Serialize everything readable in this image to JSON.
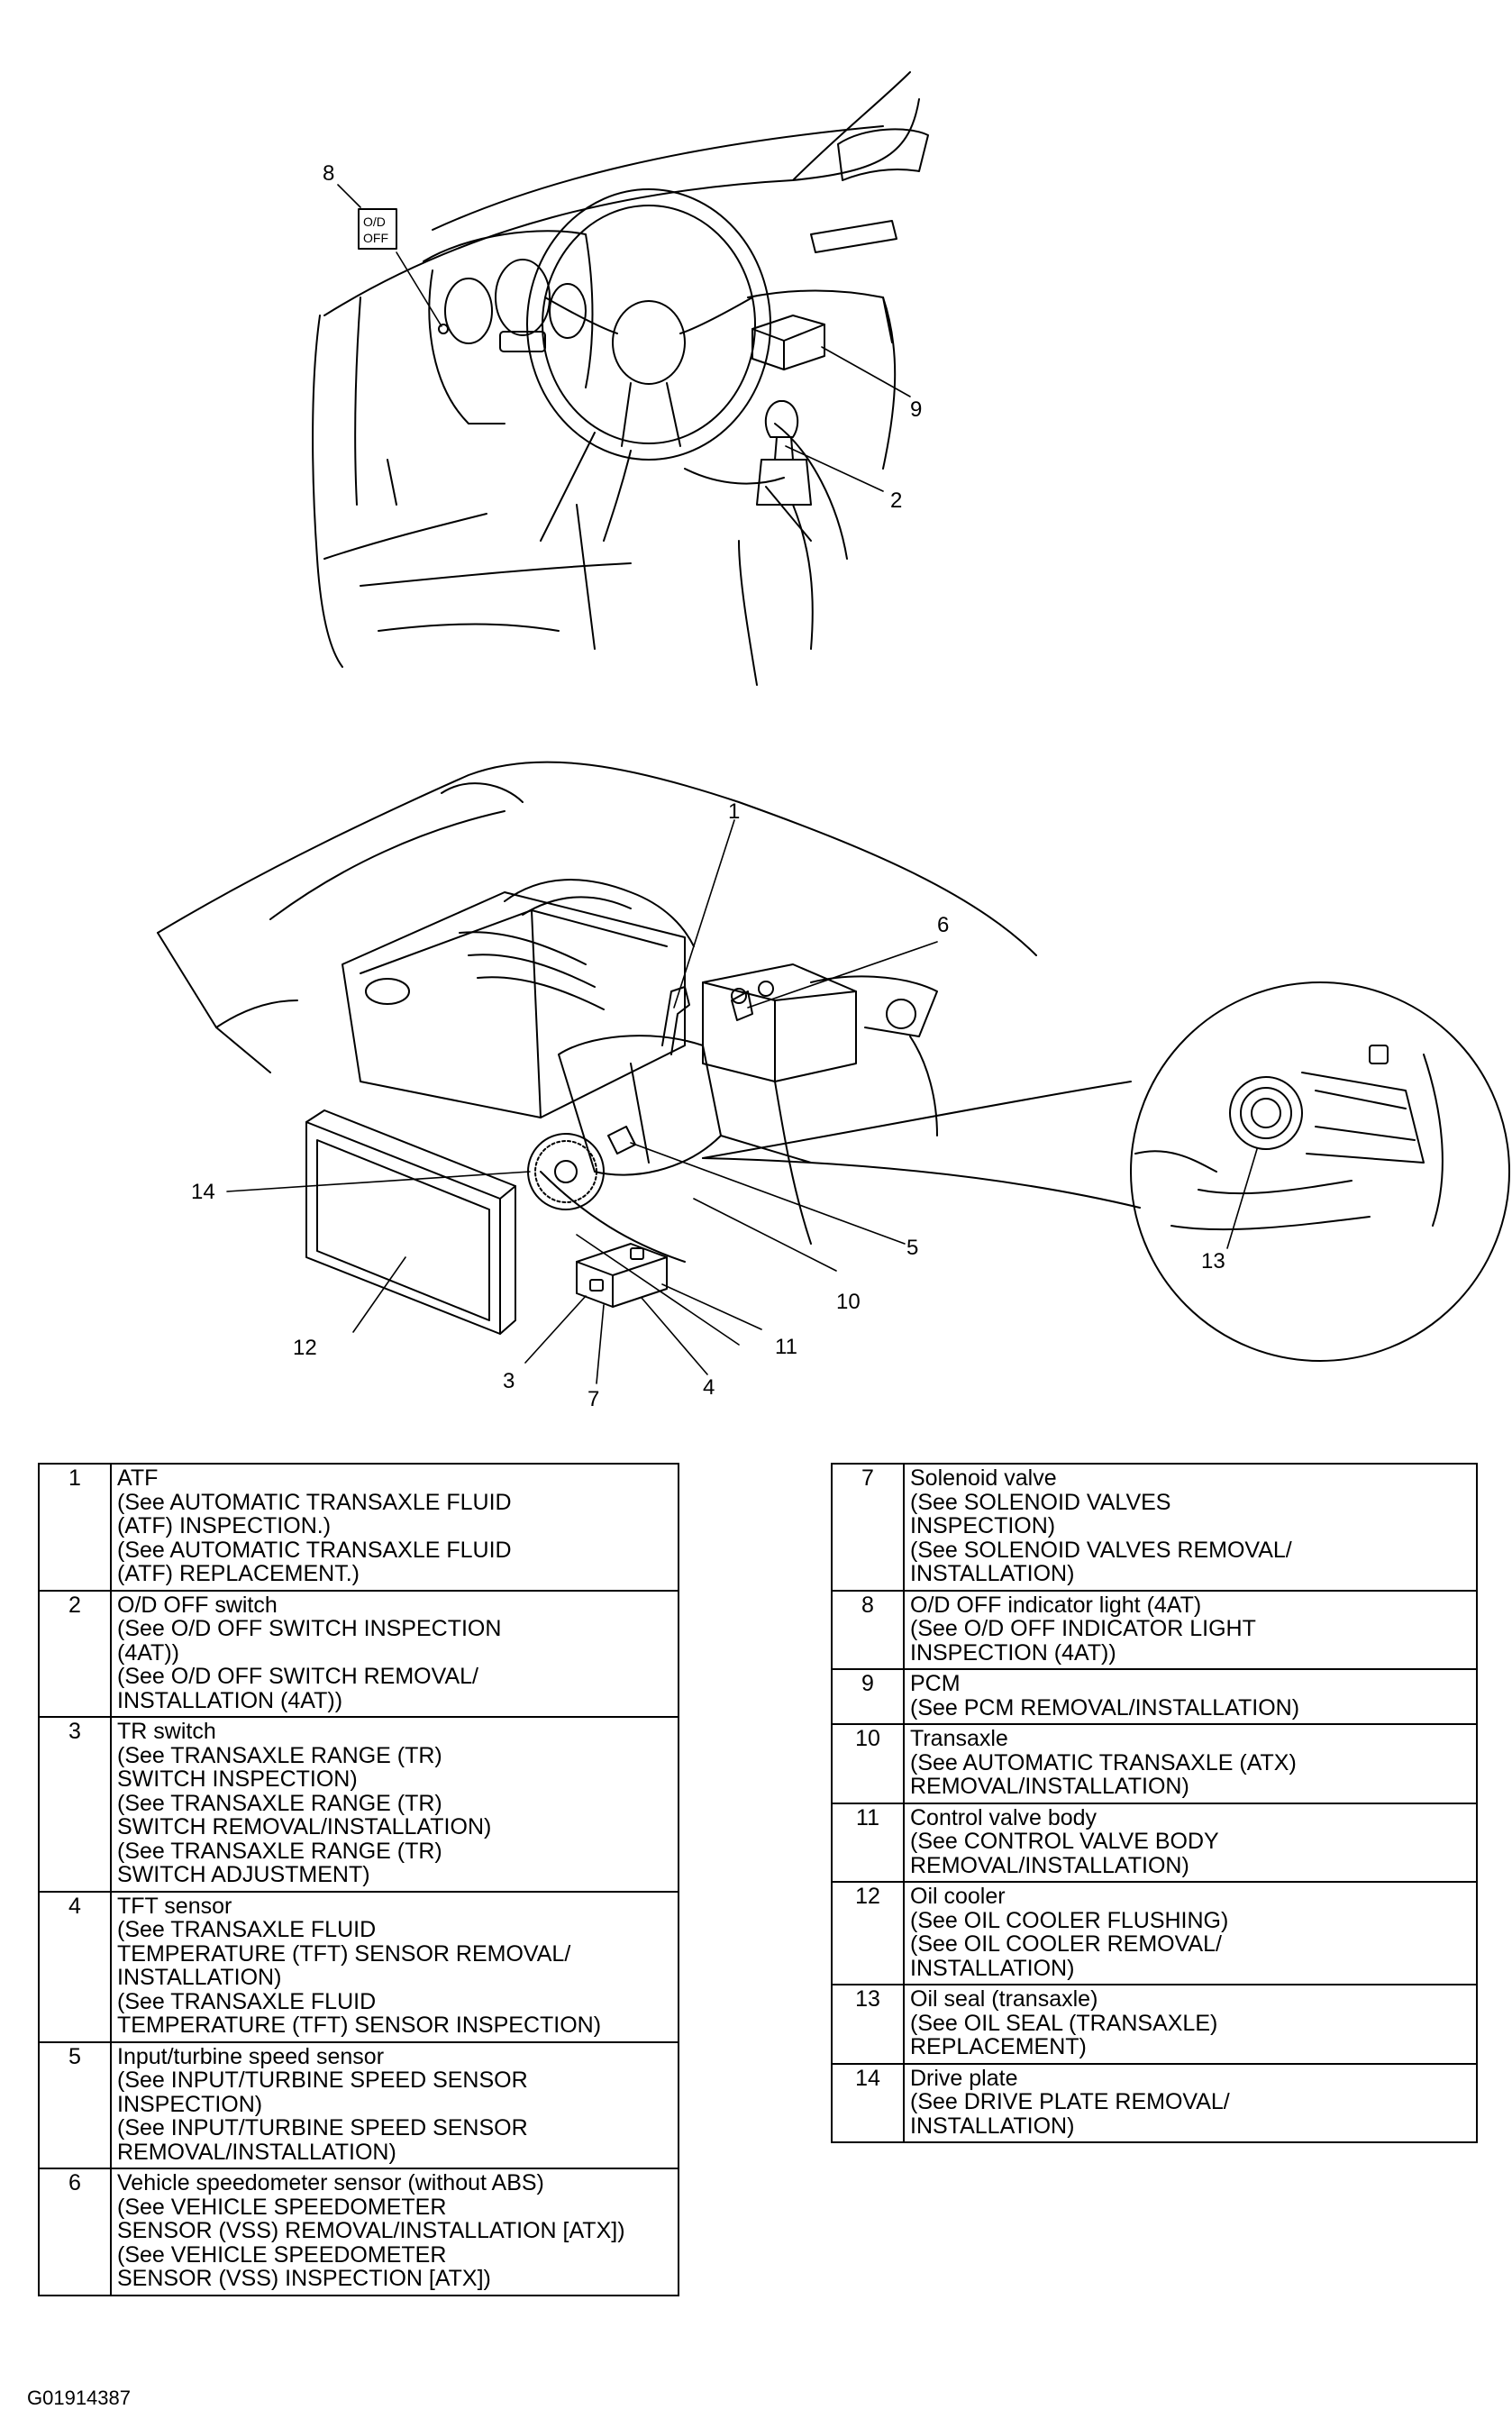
{
  "figure": {
    "code": "G01914387",
    "indicator_label": [
      "O/D",
      "OFF"
    ],
    "top_callouts": [
      "8",
      "9",
      "2"
    ],
    "bottom_callouts": [
      "1",
      "6",
      "14",
      "5",
      "10",
      "11",
      "12",
      "3",
      "7",
      "4",
      "13"
    ]
  },
  "table_left": [
    {
      "num": "1",
      "lines": [
        "ATF",
        "(See AUTOMATIC TRANSAXLE FLUID",
        "(ATF) INSPECTION.)",
        "(See AUTOMATIC TRANSAXLE FLUID",
        "(ATF) REPLACEMENT.)"
      ]
    },
    {
      "num": "2",
      "lines": [
        "O/D OFF switch",
        "(See O/D OFF SWITCH INSPECTION",
        "(4AT))",
        "(See O/D OFF SWITCH REMOVAL/",
        "INSTALLATION (4AT))"
      ]
    },
    {
      "num": "3",
      "lines": [
        "TR switch",
        "(See TRANSAXLE RANGE (TR)",
        "SWITCH INSPECTION)",
        "(See TRANSAXLE RANGE (TR)",
        "SWITCH REMOVAL/INSTALLATION)",
        "(See TRANSAXLE RANGE (TR)",
        "SWITCH ADJUSTMENT)"
      ]
    },
    {
      "num": "4",
      "lines": [
        "TFT sensor",
        "(See TRANSAXLE FLUID",
        "TEMPERATURE (TFT) SENSOR REMOVAL/",
        "INSTALLATION)",
        "(See TRANSAXLE FLUID",
        "TEMPERATURE (TFT) SENSOR INSPECTION)"
      ]
    },
    {
      "num": "5",
      "lines": [
        "Input/turbine speed sensor",
        "(See INPUT/TURBINE SPEED SENSOR",
        "INSPECTION)",
        "(See INPUT/TURBINE SPEED SENSOR",
        "REMOVAL/INSTALLATION)"
      ]
    },
    {
      "num": "6",
      "lines": [
        "Vehicle speedometer sensor (without ABS)",
        "(See VEHICLE SPEEDOMETER",
        "SENSOR (VSS) REMOVAL/INSTALLATION [ATX])",
        "(See VEHICLE SPEEDOMETER",
        "SENSOR (VSS) INSPECTION [ATX])"
      ]
    }
  ],
  "table_right": [
    {
      "num": "7",
      "lines": [
        "Solenoid valve",
        "(See SOLENOID VALVES",
        "INSPECTION)",
        "(See SOLENOID VALVES REMOVAL/",
        "INSTALLATION)"
      ]
    },
    {
      "num": "8",
      "lines": [
        "O/D OFF indicator light (4AT)",
        "(See O/D OFF INDICATOR LIGHT",
        "INSPECTION (4AT))"
      ]
    },
    {
      "num": "9",
      "lines": [
        "PCM",
        "(See PCM REMOVAL/INSTALLATION)"
      ]
    },
    {
      "num": "10",
      "lines": [
        "Transaxle",
        "(See AUTOMATIC TRANSAXLE (ATX)",
        "REMOVAL/INSTALLATION)"
      ]
    },
    {
      "num": "11",
      "lines": [
        "Control valve body",
        "(See CONTROL VALVE BODY",
        "REMOVAL/INSTALLATION)"
      ]
    },
    {
      "num": "12",
      "lines": [
        "Oil cooler",
        "(See OIL COOLER FLUSHING)",
        "(See OIL COOLER REMOVAL/",
        "INSTALLATION)"
      ]
    },
    {
      "num": "13",
      "lines": [
        "Oil seal (transaxle)",
        "(See OIL SEAL (TRANSAXLE)",
        "REPLACEMENT)"
      ]
    },
    {
      "num": "14",
      "lines": [
        "Drive plate",
        "(See DRIVE PLATE REMOVAL/",
        "INSTALLATION)"
      ]
    }
  ]
}
